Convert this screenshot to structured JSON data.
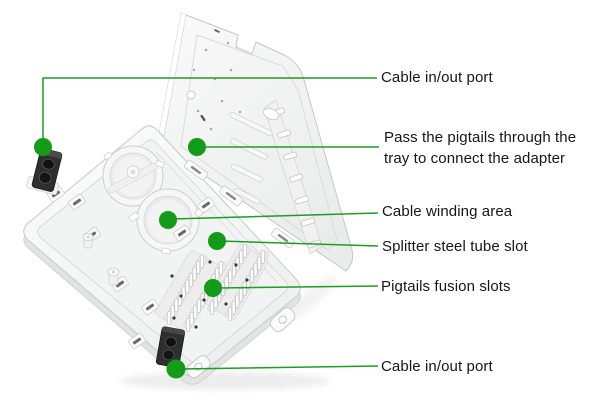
{
  "callouts": [
    {
      "id": "cable-in-out-top",
      "label": "Cable in/out port"
    },
    {
      "id": "pass-pigtails",
      "lines": [
        "Pass the pigtails through the",
        "tray to connect the adapter"
      ]
    },
    {
      "id": "cable-winding-area",
      "label": "Cable winding area"
    },
    {
      "id": "splitter-steel-tube-slot",
      "label": "Splitter steel tube slot"
    },
    {
      "id": "pigtails-fusion-slots",
      "label": "Pigtails fusion slots"
    },
    {
      "id": "cable-in-out-bottom",
      "label": "Cable in/out port"
    }
  ],
  "colors": {
    "accent_green_dot": "#149b19",
    "accent_green_line": "#1f9c23",
    "label_text": "#161616",
    "background": "#ffffff"
  }
}
